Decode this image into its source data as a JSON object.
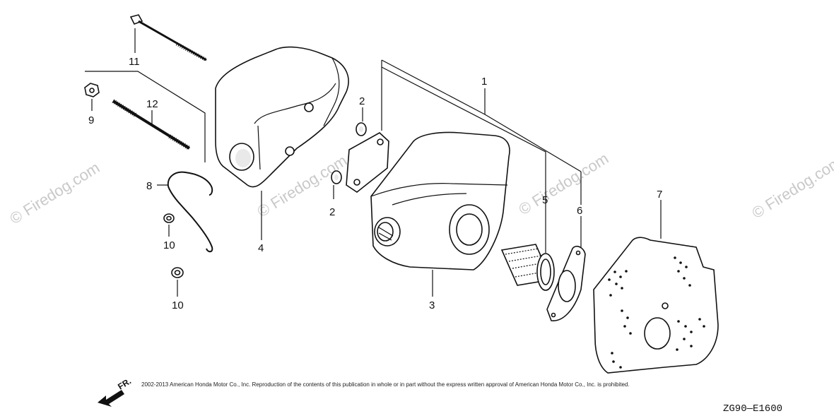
{
  "watermark": {
    "text": "© Firedog.com"
  },
  "callouts": [
    {
      "id": "1",
      "label": "1"
    },
    {
      "id": "2a",
      "label": "2"
    },
    {
      "id": "2b",
      "label": "2"
    },
    {
      "id": "3",
      "label": "3"
    },
    {
      "id": "4",
      "label": "4"
    },
    {
      "id": "5",
      "label": "5"
    },
    {
      "id": "6",
      "label": "6"
    },
    {
      "id": "7",
      "label": "7"
    },
    {
      "id": "8",
      "label": "8"
    },
    {
      "id": "9",
      "label": "9"
    },
    {
      "id": "10a",
      "label": "10"
    },
    {
      "id": "10b",
      "label": "10"
    },
    {
      "id": "11",
      "label": "11"
    },
    {
      "id": "12",
      "label": "12"
    }
  ],
  "copyright": "2002-2013 American Honda Motor Co., Inc. Reproduction of the contents of this publication in whole or in part without the express written approval of American Honda Motor Co., Inc. is prohibited.",
  "direction_label": "FR.",
  "diagram_code": "ZG90—E1600"
}
